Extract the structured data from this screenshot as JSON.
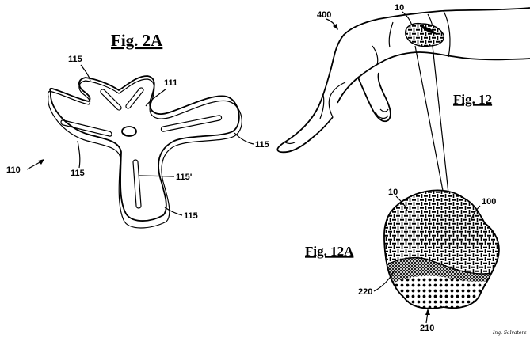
{
  "figure_2a": {
    "title": "Fig. 2A",
    "ref_110": "110",
    "ref_111": "111",
    "ref_115_a": "115",
    "ref_115_b": "115",
    "ref_115_c": "115",
    "ref_115_d": "115",
    "ref_115_prime": "115'"
  },
  "figure_12": {
    "title": "Fig. 12",
    "ref_400": "400",
    "ref_10": "10"
  },
  "figure_12a": {
    "title": "Fig. 12A",
    "ref_10": "10",
    "ref_100": "100",
    "ref_220": "220",
    "ref_210": "210"
  },
  "signature": "Ing. Salvatore"
}
